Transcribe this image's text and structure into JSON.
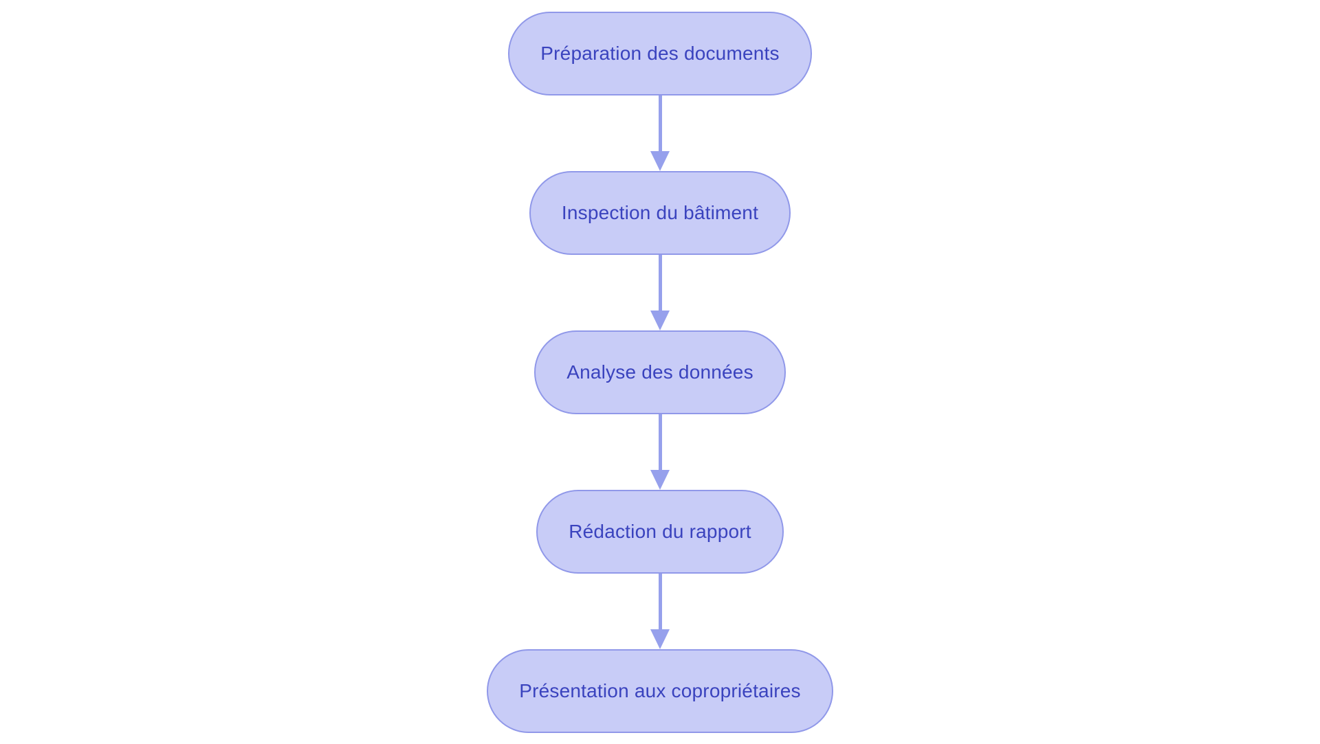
{
  "diagram": {
    "type": "flowchart",
    "direction": "top-to-bottom",
    "nodes": [
      {
        "id": "1",
        "label": "Préparation des documents"
      },
      {
        "id": "2",
        "label": "Inspection du bâtiment"
      },
      {
        "id": "3",
        "label": "Analyse des données"
      },
      {
        "id": "4",
        "label": "Rédaction du rapport"
      },
      {
        "id": "5",
        "label": "Présentation aux copropriétaires"
      }
    ],
    "edges": [
      {
        "from": "1",
        "to": "2"
      },
      {
        "from": "2",
        "to": "3"
      },
      {
        "from": "3",
        "to": "4"
      },
      {
        "from": "4",
        "to": "5"
      }
    ],
    "colors": {
      "background": "#ffffff",
      "node_fill": "#c8ccf7",
      "node_border": "#9098e9",
      "node_text": "#3a43be",
      "arrow": "#96a0ec"
    }
  }
}
